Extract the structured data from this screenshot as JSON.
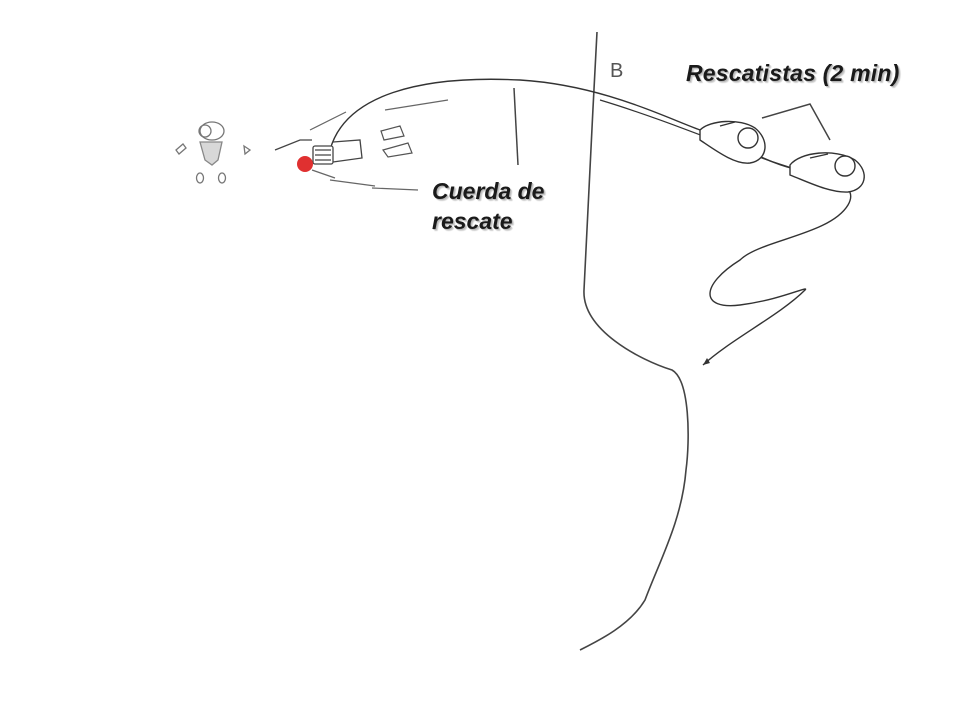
{
  "labels": {
    "rescuers": "Rescatistas (2 min)",
    "rope_line1": "Cuerda de",
    "rope_line2": "rescate",
    "point_b": "B"
  },
  "colors": {
    "line": "#333333",
    "victim_marker": "#e03030",
    "figure_stroke": "#3a3a3a",
    "background": "#ffffff"
  }
}
